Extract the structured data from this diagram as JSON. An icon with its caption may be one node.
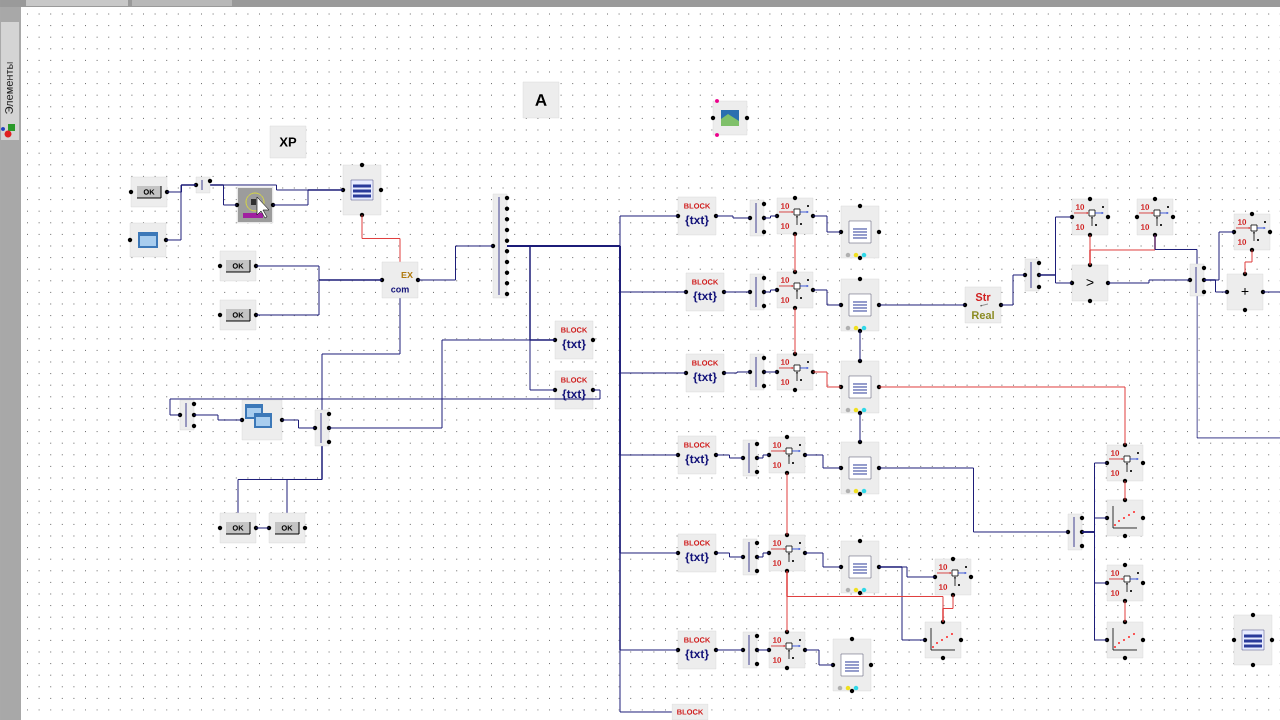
{
  "diagram": {
    "nodes": [
      {
        "text": [
          "XP"
        ]
      },
      {
        "text": [
          "A"
        ]
      },
      {
        "text": [],
        "shape": "picture"
      },
      {
        "text": [
          "OK"
        ]
      },
      {
        "text": [],
        "shape": "box"
      },
      {
        "text": [],
        "shape": "picture"
      },
      {
        "text": [],
        "shape": "picture"
      },
      {
        "text": [],
        "shape": "picture"
      },
      {
        "text": [
          "OK"
        ]
      },
      {
        "text": [
          "OK"
        ]
      },
      {
        "text": [
          "EX",
          "com"
        ]
      },
      {
        "text": [],
        "shape": "box"
      },
      {
        "text": [
          "BLOCK",
          "{txt}"
        ]
      },
      {
        "text": [
          "BLOCK",
          "{txt}"
        ]
      },
      {
        "text": [],
        "shape": "box"
      },
      {
        "text": [],
        "shape": "picture"
      },
      {
        "text": [],
        "shape": "box"
      },
      {
        "text": [
          "OK"
        ]
      },
      {
        "text": [
          "OK"
        ]
      },
      {
        "text": [
          "BLOCK",
          "{txt}"
        ]
      },
      {
        "text": [],
        "shape": "box"
      },
      {
        "text": [
          "10",
          "10"
        ]
      },
      {
        "text": [],
        "shape": "picture"
      },
      {
        "text": [
          "BLOCK",
          "{txt}"
        ]
      },
      {
        "text": [],
        "shape": "box"
      },
      {
        "text": [
          "10",
          "10"
        ]
      },
      {
        "text": [],
        "shape": "picture"
      },
      {
        "text": [
          "BLOCK",
          "{txt}"
        ]
      },
      {
        "text": [],
        "shape": "box"
      },
      {
        "text": [
          "10",
          "10"
        ]
      },
      {
        "text": [],
        "shape": "picture"
      },
      {
        "text": [
          "BLOCK",
          "{txt}"
        ]
      },
      {
        "text": [],
        "shape": "box"
      },
      {
        "text": [
          "10",
          "10"
        ]
      },
      {
        "text": [],
        "shape": "picture"
      },
      {
        "text": [
          "BLOCK",
          "{txt}"
        ]
      },
      {
        "text": [],
        "shape": "box"
      },
      {
        "text": [
          "10",
          "10"
        ]
      },
      {
        "text": [],
        "shape": "picture"
      },
      {
        "text": [
          "BLOCK",
          "{txt}"
        ]
      },
      {
        "text": [],
        "shape": "box"
      },
      {
        "text": [
          "10",
          "10"
        ]
      },
      {
        "text": [],
        "shape": "picture"
      },
      {
        "text": [
          "BLOCK"
        ]
      },
      {
        "text": [
          "Str",
          "Real"
        ]
      },
      {
        "text": [],
        "shape": "box"
      },
      {
        "text": [
          "10",
          "10"
        ]
      },
      {
        "text": [
          "10",
          "10"
        ]
      },
      {
        "text": [
          ">"
        ]
      },
      {
        "text": [],
        "shape": "box"
      },
      {
        "text": [
          "10",
          "10"
        ]
      },
      {
        "text": [
          "+"
        ]
      },
      {
        "text": [
          "10",
          "10"
        ]
      },
      {
        "text": [],
        "shape": "picture"
      },
      {
        "text": [],
        "shape": "box"
      },
      {
        "text": [
          "10",
          "10"
        ]
      },
      {
        "text": [],
        "shape": "picture"
      },
      {
        "text": [
          "10",
          "10"
        ]
      },
      {
        "text": [],
        "shape": "picture"
      },
      {
        "text": [],
        "shape": "picture"
      }
    ],
    "edges": [
      {
        "from": 3,
        "to": 4,
        "arrow": "none"
      },
      {
        "from": 6,
        "to": 4,
        "arrow": "none"
      },
      {
        "from": 4,
        "to": 5,
        "arrow": "none"
      },
      {
        "from": 5,
        "to": 7,
        "arrow": "none"
      },
      {
        "from": 4,
        "to": 7,
        "arrow": "none"
      },
      {
        "from": 7,
        "to": 10,
        "arrow": "none",
        "color": "#e03c3c"
      },
      {
        "from": 8,
        "to": 10,
        "arrow": "none"
      },
      {
        "from": 9,
        "to": 10,
        "arrow": "none"
      },
      {
        "from": 10,
        "to": 11,
        "arrow": "none"
      },
      {
        "from": 11,
        "to": 12,
        "arrow": "none"
      },
      {
        "from": 11,
        "to": 13,
        "arrow": "none"
      },
      {
        "from": 12,
        "to": 16,
        "arrow": "none"
      },
      {
        "from": 13,
        "to": 14,
        "arrow": "none"
      },
      {
        "from": 14,
        "to": 15,
        "arrow": "none"
      },
      {
        "from": 15,
        "to": 16,
        "arrow": "none"
      },
      {
        "from": 16,
        "to": 10,
        "arrow": "none"
      },
      {
        "from": 16,
        "to": 17,
        "arrow": "none"
      },
      {
        "from": 16,
        "to": 18,
        "arrow": "none"
      },
      {
        "from": 17,
        "to": 18,
        "arrow": "none"
      },
      {
        "from": 11,
        "to": 19,
        "arrow": "none"
      },
      {
        "from": 11,
        "to": 23,
        "arrow": "none"
      },
      {
        "from": 11,
        "to": 27,
        "arrow": "none"
      },
      {
        "from": 11,
        "to": 31,
        "arrow": "none"
      },
      {
        "from": 11,
        "to": 35,
        "arrow": "none"
      },
      {
        "from": 11,
        "to": 39,
        "arrow": "none"
      },
      {
        "from": 11,
        "to": 43,
        "arrow": "none"
      },
      {
        "from": 19,
        "to": 20,
        "arrow": "none"
      },
      {
        "from": 20,
        "to": 21,
        "arrow": "none"
      },
      {
        "from": 21,
        "to": 22,
        "arrow": "none"
      },
      {
        "from": 23,
        "to": 24,
        "arrow": "none"
      },
      {
        "from": 24,
        "to": 25,
        "arrow": "none"
      },
      {
        "from": 25,
        "to": 26,
        "arrow": "none"
      },
      {
        "from": 27,
        "to": 28,
        "arrow": "none"
      },
      {
        "from": 28,
        "to": 29,
        "arrow": "none"
      },
      {
        "from": 29,
        "to": 30,
        "arrow": "none",
        "color": "#e03c3c"
      },
      {
        "from": 31,
        "to": 32,
        "arrow": "none"
      },
      {
        "from": 32,
        "to": 33,
        "arrow": "none"
      },
      {
        "from": 33,
        "to": 34,
        "arrow": "none"
      },
      {
        "from": 35,
        "to": 36,
        "arrow": "none"
      },
      {
        "from": 36,
        "to": 37,
        "arrow": "none"
      },
      {
        "from": 37,
        "to": 38,
        "arrow": "none"
      },
      {
        "from": 39,
        "to": 40,
        "arrow": "none"
      },
      {
        "from": 40,
        "to": 41,
        "arrow": "none"
      },
      {
        "from": 41,
        "to": 42,
        "arrow": "none"
      },
      {
        "from": 21,
        "to": 25,
        "arrow": "none",
        "color": "#e03c3c"
      },
      {
        "from": 25,
        "to": 29,
        "arrow": "none",
        "color": "#e03c3c"
      },
      {
        "from": 33,
        "to": 37,
        "arrow": "none",
        "color": "#e03c3c"
      },
      {
        "from": 37,
        "to": 41,
        "arrow": "none",
        "color": "#e03c3c"
      },
      {
        "from": 26,
        "to": 30,
        "arrow": "none"
      },
      {
        "from": 30,
        "to": 34,
        "arrow": "none"
      },
      {
        "from": 30,
        "to": 52,
        "arrow": "none",
        "color": "#e03c3c"
      },
      {
        "from": 26,
        "to": 44,
        "arrow": "none"
      },
      {
        "from": 44,
        "to": 45,
        "arrow": "none"
      },
      {
        "from": 45,
        "to": 46,
        "arrow": "none"
      },
      {
        "from": 45,
        "to": 48,
        "arrow": "none"
      },
      {
        "from": 46,
        "to": 48,
        "arrow": "none",
        "color": "#e03c3c"
      },
      {
        "from": 47,
        "to": 48,
        "arrow": "none",
        "color": "#e03c3c"
      },
      {
        "from": 48,
        "to": 49,
        "arrow": "none"
      },
      {
        "from": 47,
        "to": 49,
        "arrow": "none"
      },
      {
        "from": 49,
        "to": 50,
        "arrow": "none"
      },
      {
        "from": 49,
        "to": 51,
        "arrow": "none"
      },
      {
        "from": 50,
        "to": 51,
        "arrow": "none",
        "color": "#e03c3c"
      },
      {
        "from": 51,
        "to": null,
        "arrow": "none"
      },
      {
        "from": 49,
        "to": null,
        "arrow": "none"
      },
      {
        "from": 34,
        "to": 54,
        "arrow": "none"
      },
      {
        "from": 54,
        "to": 52,
        "arrow": "none"
      },
      {
        "from": 54,
        "to": 53,
        "arrow": "none"
      },
      {
        "from": 54,
        "to": 55,
        "arrow": "none"
      },
      {
        "from": 54,
        "to": 56,
        "arrow": "none"
      },
      {
        "from": 52,
        "to": 53,
        "arrow": "none",
        "color": "#e03c3c"
      },
      {
        "from": 55,
        "to": 56,
        "arrow": "none",
        "color": "#e03c3c"
      },
      {
        "from": 38,
        "to": 57,
        "arrow": "none"
      },
      {
        "from": 38,
        "to": 58,
        "arrow": "none"
      },
      {
        "from": 57,
        "to": 58,
        "arrow": "none",
        "color": "#e03c3c"
      },
      {
        "from": 37,
        "to": 58,
        "arrow": "none",
        "color": "#e03c3c"
      }
    ],
    "labels": [
      "Элементы"
    ]
  }
}
